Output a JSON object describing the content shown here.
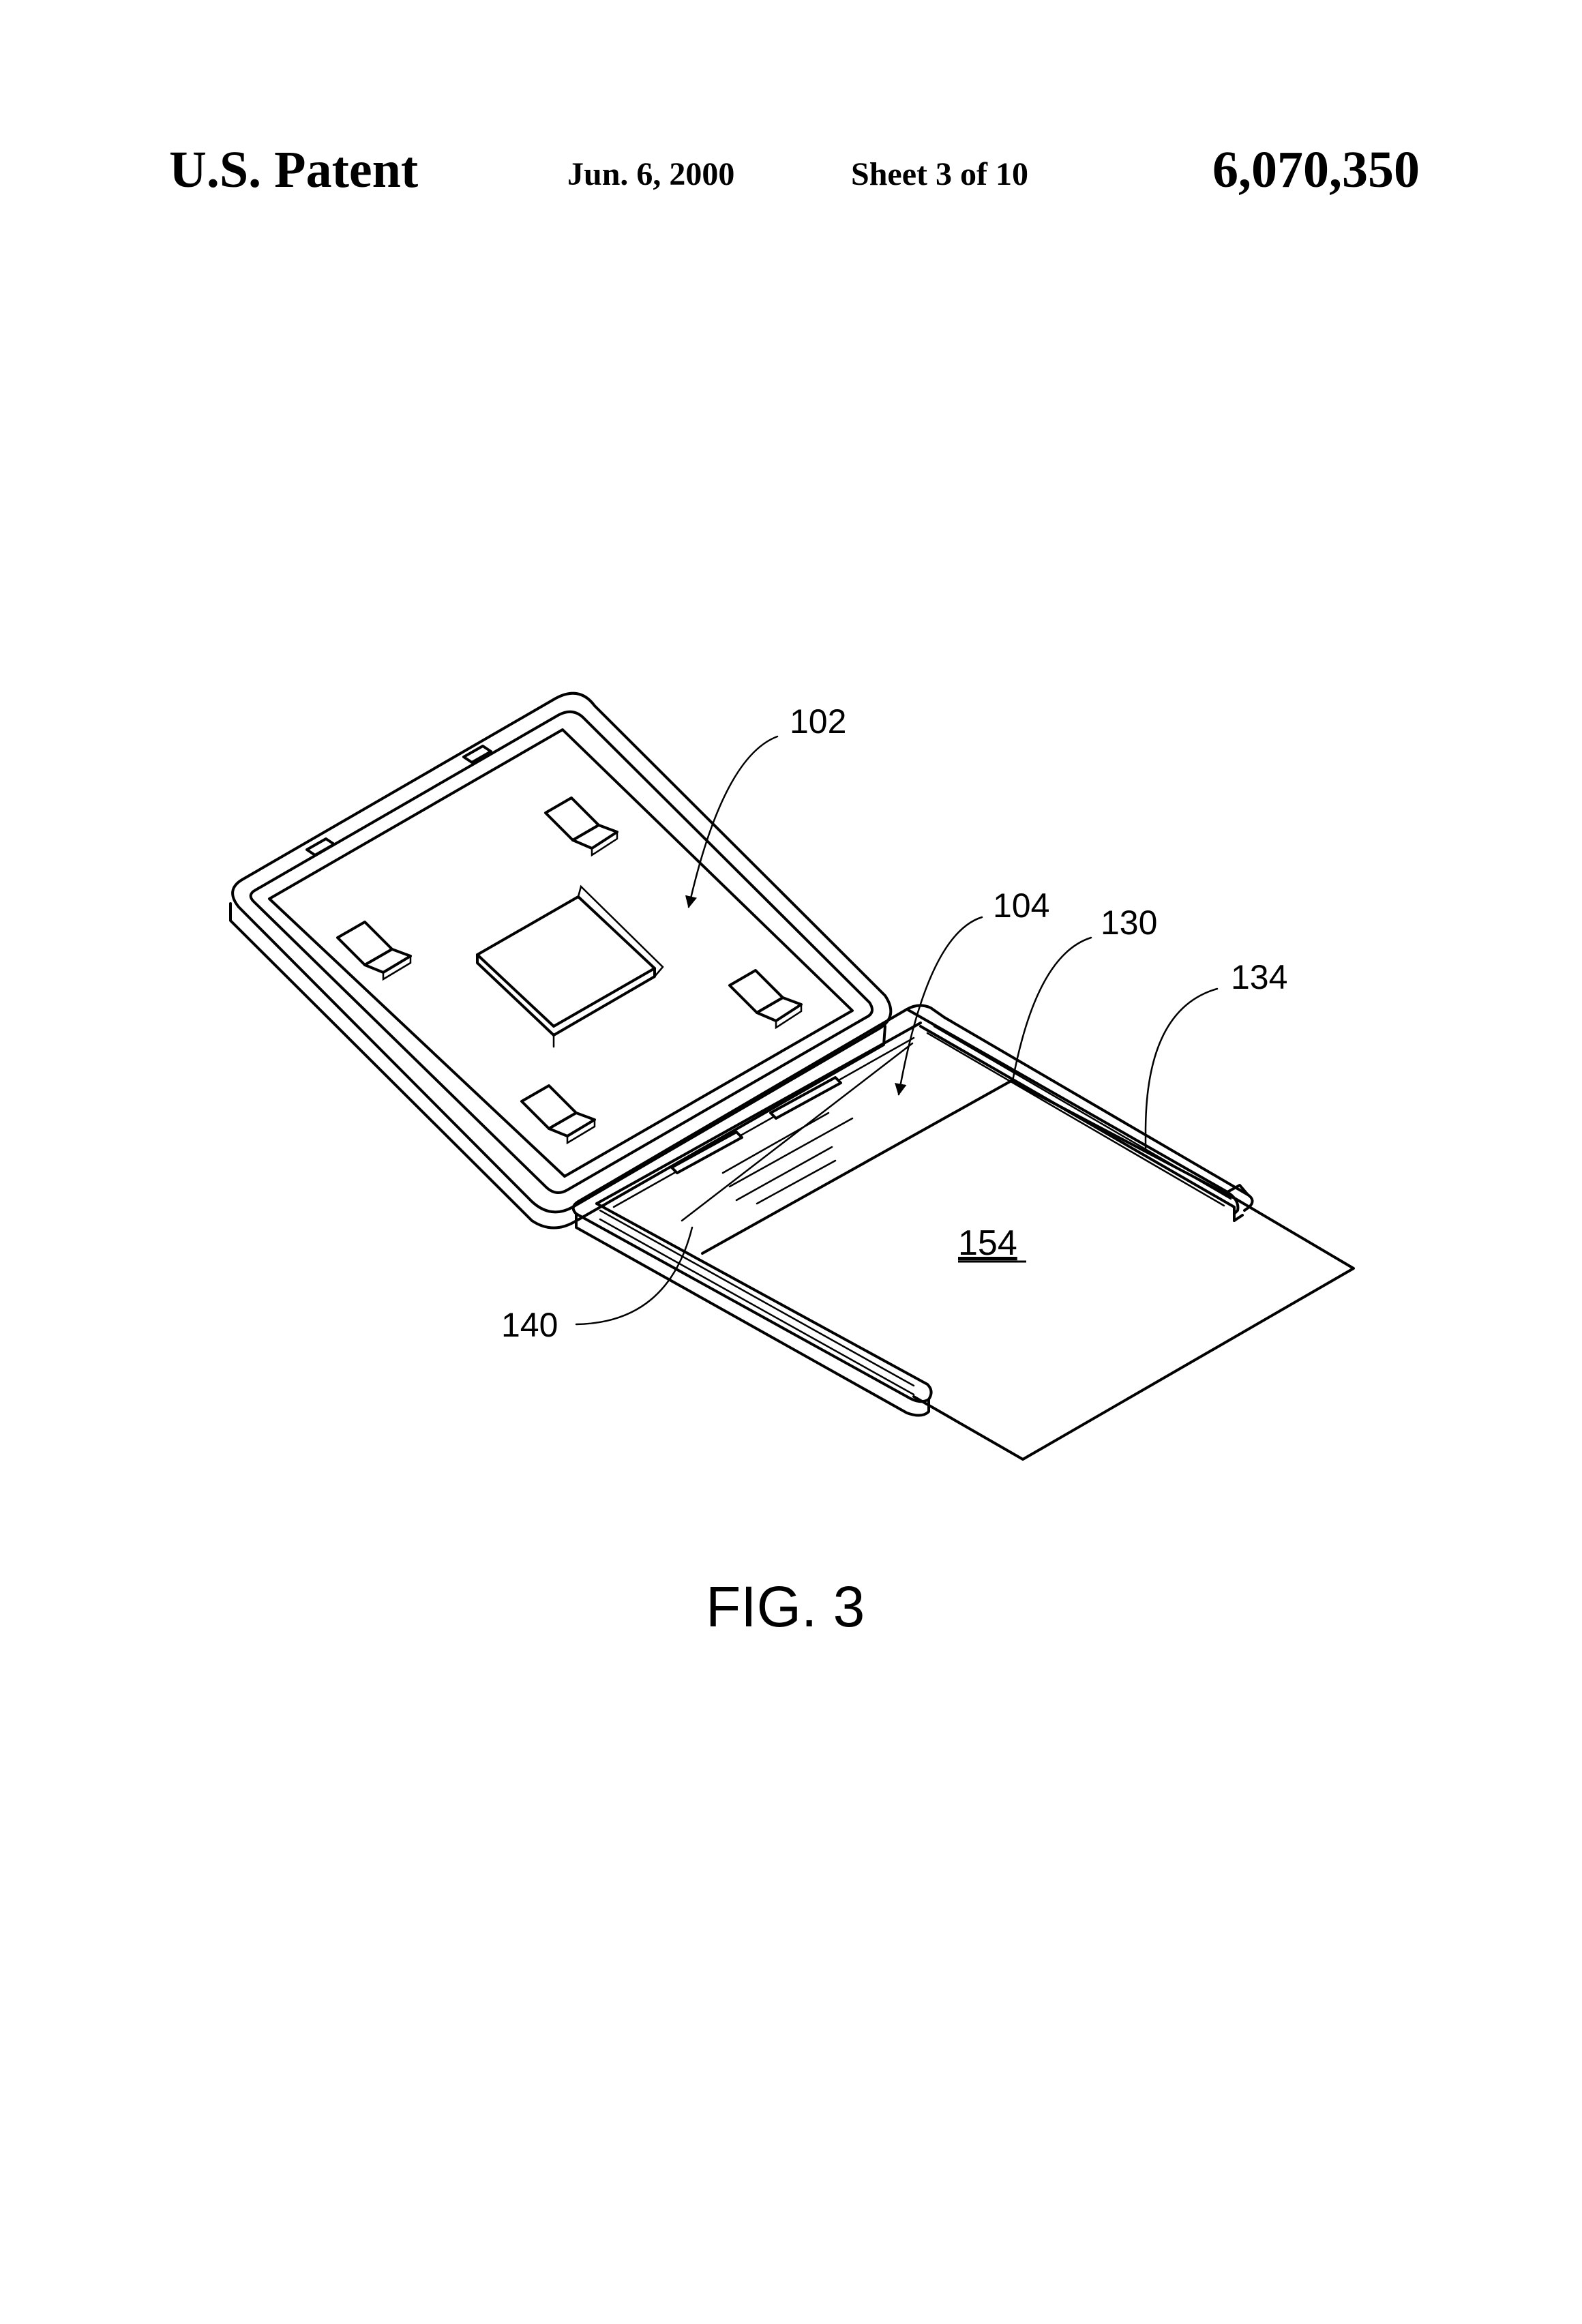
{
  "header": {
    "left": "U.S. Patent",
    "date": "Jun. 6, 2000",
    "sheet": "Sheet 3 of 10",
    "number": "6,070,350"
  },
  "figure": {
    "caption": "FIG. 3",
    "labels": {
      "l102": "102",
      "l104": "104",
      "l130": "130",
      "l134": "134",
      "l140": "140",
      "l154": "154"
    }
  }
}
